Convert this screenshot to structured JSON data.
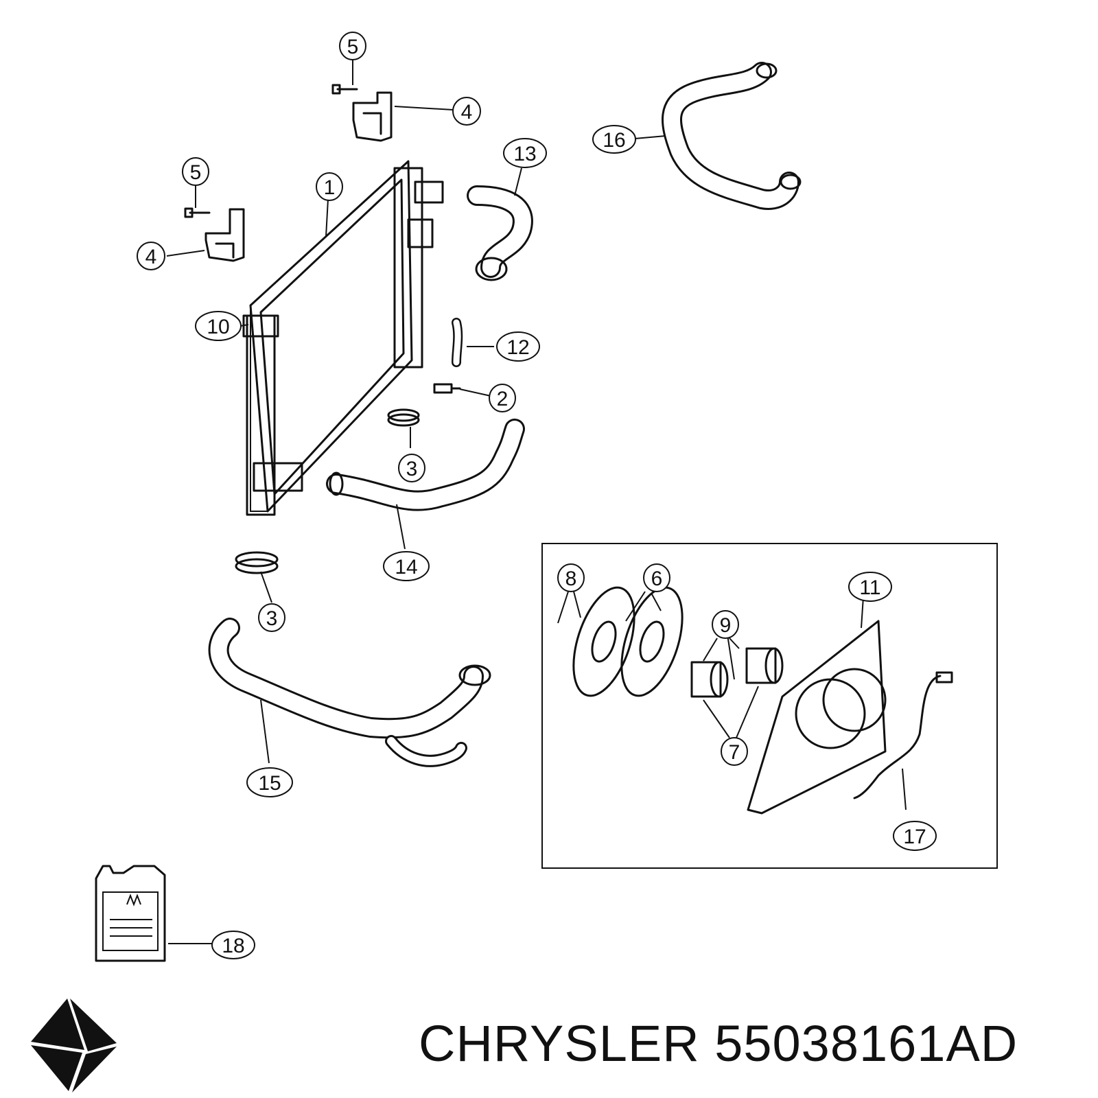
{
  "brand": {
    "name": "CHRYSLER",
    "part_number": "55038161AD",
    "title": "CHRYSLER 55038161AD"
  },
  "callouts": [
    "5",
    "4",
    "5",
    "4",
    "1",
    "13",
    "16",
    "10",
    "12",
    "2",
    "3",
    "14",
    "3",
    "15",
    "8",
    "6",
    "9",
    "11",
    "7",
    "17",
    "18"
  ],
  "colors": {
    "line": "#111111",
    "background": "#ffffff"
  }
}
